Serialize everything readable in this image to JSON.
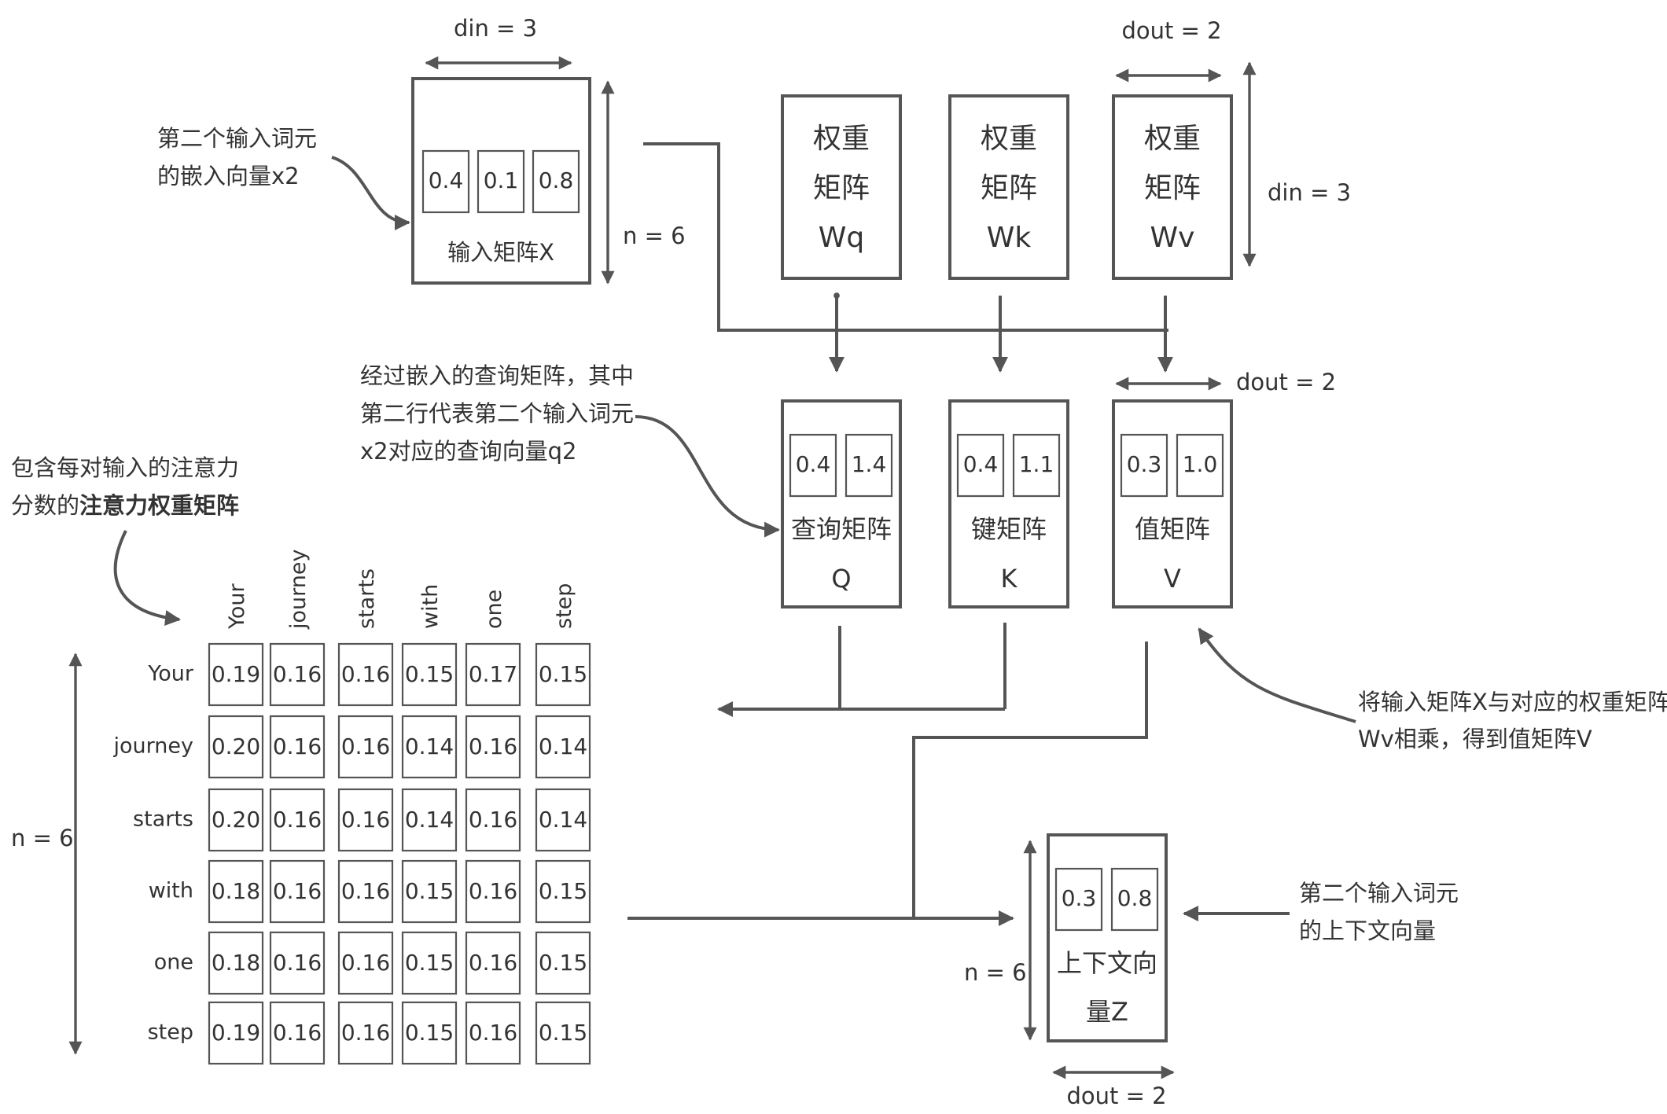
{
  "input_matrix": {
    "dim_top": "din = 3",
    "dim_right": "n = 6",
    "values": [
      "0.4",
      "0.1",
      "0.8"
    ],
    "label": "输入矩阵X",
    "annotation": [
      "第二个输入词元",
      "的嵌入向量x2"
    ]
  },
  "weights": {
    "dim_top": "dout = 2",
    "dim_right": "din = 3",
    "items": [
      {
        "lines": [
          "权重",
          "矩阵",
          "Wq"
        ]
      },
      {
        "lines": [
          "权重",
          "矩阵",
          "Wk"
        ]
      },
      {
        "lines": [
          "权重",
          "矩阵",
          "Wv"
        ]
      }
    ]
  },
  "qkv": {
    "dim_top": "dout = 2",
    "items": [
      {
        "values": [
          "0.4",
          "1.4"
        ],
        "label": "查询矩阵",
        "symbol": "Q"
      },
      {
        "values": [
          "0.4",
          "1.1"
        ],
        "label": "键矩阵",
        "symbol": "K"
      },
      {
        "values": [
          "0.3",
          "1.0"
        ],
        "label": "值矩阵",
        "symbol": "V"
      }
    ],
    "query_annotation": [
      "经过嵌入的查询矩阵，其中",
      "第二行代表第二个输入词元",
      "x2对应的查询向量q2"
    ],
    "value_annotation": [
      "将输入矩阵X与对应的权重矩阵",
      "Wv相乘，得到值矩阵V"
    ]
  },
  "attention": {
    "annotation_line1": "包含每对输入的注意力",
    "annotation_line2_prefix": "分数的",
    "annotation_line2_bold": "注意力权重矩阵",
    "dim_left": "n = 6",
    "col_labels": [
      "Your",
      "journey",
      "starts",
      "with",
      "one",
      "step"
    ],
    "row_labels": [
      "Your",
      "journey",
      "starts",
      "with",
      "one",
      "step"
    ],
    "rows": [
      [
        "0.19",
        "0.16",
        "0.16",
        "0.15",
        "0.17",
        "0.15"
      ],
      [
        "0.20",
        "0.16",
        "0.16",
        "0.14",
        "0.16",
        "0.14"
      ],
      [
        "0.20",
        "0.16",
        "0.16",
        "0.14",
        "0.16",
        "0.14"
      ],
      [
        "0.18",
        "0.16",
        "0.16",
        "0.15",
        "0.16",
        "0.15"
      ],
      [
        "0.18",
        "0.16",
        "0.16",
        "0.15",
        "0.16",
        "0.15"
      ],
      [
        "0.19",
        "0.16",
        "0.16",
        "0.15",
        "0.16",
        "0.15"
      ]
    ]
  },
  "context": {
    "values": [
      "0.3",
      "0.8"
    ],
    "label_lines": [
      "上下文向",
      "量Z"
    ],
    "dim_left": "n = 6",
    "dim_bottom": "dout = 2",
    "annotation": [
      "第二个输入词元",
      "的上下文向量"
    ]
  }
}
